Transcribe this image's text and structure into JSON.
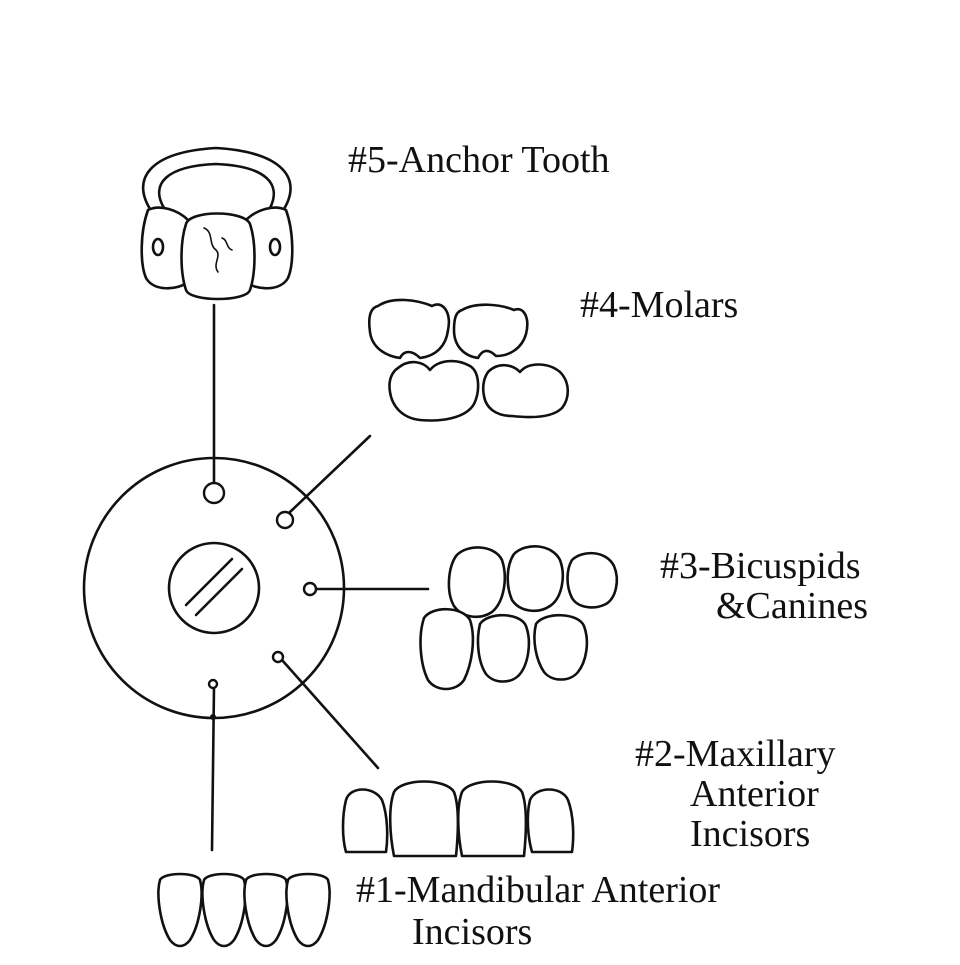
{
  "labels": {
    "anchor": "#5-Anchor Tooth",
    "molars": "#4-Molars",
    "bicuspids_line1": "#3-Bicuspids",
    "bicuspids_line2": "&Canines",
    "maxillary_line1": "#2-Maxillary",
    "maxillary_line2": "Anterior",
    "maxillary_line3": "Incisors",
    "mandibular_line1": "#1-Mandibular Anterior",
    "mandibular_line2": "Incisors"
  },
  "colors": {
    "ink": "#111111",
    "background": "#ffffff"
  }
}
